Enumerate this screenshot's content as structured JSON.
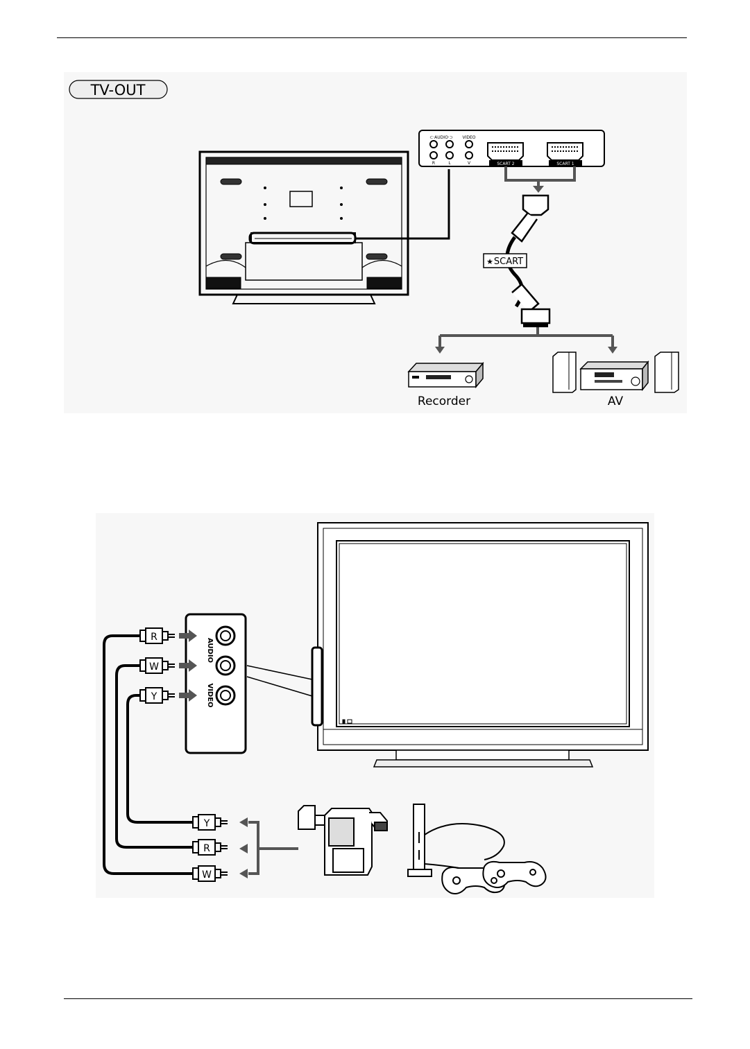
{
  "header": {
    "pill_label": "TV-OUT"
  },
  "scart_diagram": {
    "panel_labels": {
      "audio": "⊂·AUDIO·⊃",
      "video": "VIDEO",
      "scart2": "SCART 2",
      "scart1": "SCART 1"
    },
    "jack_letters": [
      "R",
      "L",
      "V"
    ],
    "cable_label": "SCART",
    "cable_mark": "★",
    "devices": [
      "Recorder",
      "AV"
    ]
  },
  "av_diagram": {
    "panel_labels": {
      "audio": "AUDIO",
      "video": "VIDEO"
    },
    "tv_plugs": [
      "R",
      "W",
      "Y"
    ],
    "device_plugs": [
      "Y",
      "R",
      "W"
    ]
  },
  "colors": {
    "line": "#000000",
    "arrow": "#555555",
    "pill_fill": "#eeeeee",
    "diagram_bg": "#f7f7f7"
  }
}
